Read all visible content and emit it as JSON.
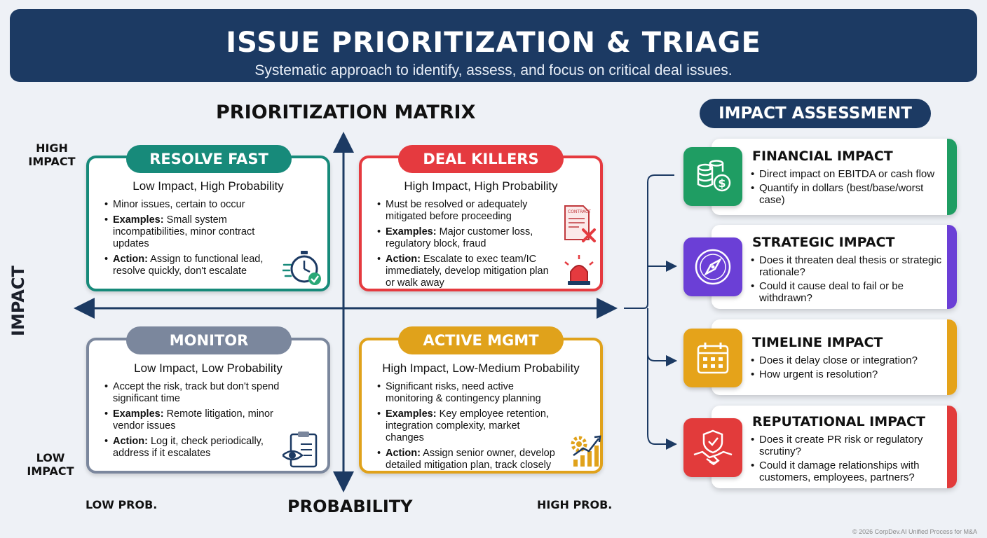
{
  "header": {
    "title": "ISSUE PRIORITIZATION & TRIAGE",
    "subtitle": "Systematic approach to identify, assess, and focus on critical deal issues."
  },
  "matrix": {
    "title": "PRIORITIZATION MATRIX",
    "y_axis_title": "IMPACT",
    "x_axis_title": "PROBABILITY",
    "high_impact": "HIGH IMPACT",
    "low_impact": "LOW IMPACT",
    "low_prob": "LOW PROB.",
    "high_prob": "HIGH PROB.",
    "quadrants": [
      {
        "tag": "RESOLVE FAST",
        "color": "#178a7a",
        "subtitle": "Low Impact, High Probability",
        "bullets": [
          {
            "lead": "",
            "text": "Minor issues, certain to occur"
          },
          {
            "lead": "Examples:",
            "text": " Small system incompatibilities, minor contract updates"
          },
          {
            "lead": "Action:",
            "text": " Assign to functional lead, resolve quickly, don't escalate"
          }
        ],
        "icon": "stopwatch-check-icon"
      },
      {
        "tag": "DEAL KILLERS",
        "color": "#e53a3f",
        "subtitle": "High Impact, High Probability",
        "bullets": [
          {
            "lead": "",
            "text": "Must be resolved or adequately mitigated before proceeding"
          },
          {
            "lead": "Examples:",
            "text": " Major customer loss, regulatory block, fraud"
          },
          {
            "lead": "Action:",
            "text": " Escalate to exec team/IC immediately, develop mitigation plan or walk away"
          }
        ],
        "icon": "contract-reject-icon",
        "icon2": "alarm-siren-icon",
        "icon_text": "CONTRACT"
      },
      {
        "tag": "MONITOR",
        "color": "#7b879d",
        "subtitle": "Low Impact, Low Probability",
        "bullets": [
          {
            "lead": "",
            "text": "Accept the risk, track but don't spend significant time"
          },
          {
            "lead": "Examples:",
            "text": " Remote litigation, minor vendor issues"
          },
          {
            "lead": "Action:",
            "text": " Log it, check periodically, address if it escalates"
          }
        ],
        "icon": "clipboard-eye-icon"
      },
      {
        "tag": "ACTIVE MGMT",
        "color": "#e0a21b",
        "subtitle": "High Impact, Low-Medium Probability",
        "bullets": [
          {
            "lead": "",
            "text": "Significant risks, need active monitoring & contingency planning"
          },
          {
            "lead": "Examples:",
            "text": " Key employee retention, integration complexity, market changes"
          },
          {
            "lead": "Action:",
            "text": " Assign senior owner, develop detailed mitigation plan, track closely"
          }
        ],
        "icon": "gear-growth-chart-icon"
      }
    ]
  },
  "impact": {
    "title": "IMPACT ASSESSMENT",
    "cards": [
      {
        "title": "FINANCIAL IMPACT",
        "color": "#1f9d63",
        "icon": "coins-dollar-icon",
        "bullets": [
          "Direct impact on EBITDA or cash flow",
          "Quantify in dollars (best/base/worst case)"
        ]
      },
      {
        "title": "STRATEGIC IMPACT",
        "color": "#6b3fd6",
        "icon": "compass-icon",
        "bullets": [
          "Does it threaten deal thesis or strategic rationale?",
          "Could it cause deal to fail or be withdrawn?"
        ]
      },
      {
        "title": "TIMELINE IMPACT",
        "color": "#e5a31a",
        "icon": "calendar-icon",
        "bullets": [
          "Does it delay close or integration?",
          "How urgent is resolution?"
        ]
      },
      {
        "title": "REPUTATIONAL IMPACT",
        "color": "#e23b3b",
        "icon": "shield-handshake-icon",
        "bullets": [
          "Does it create PR risk or regulatory scrutiny?",
          "Could it damage relationships with customers, employees, partners?"
        ]
      }
    ]
  },
  "footer": "© 2026 CorpDev.AI Unified Process for M&A",
  "colors": {
    "navy": "#1c3a63",
    "background": "#eef1f6"
  }
}
